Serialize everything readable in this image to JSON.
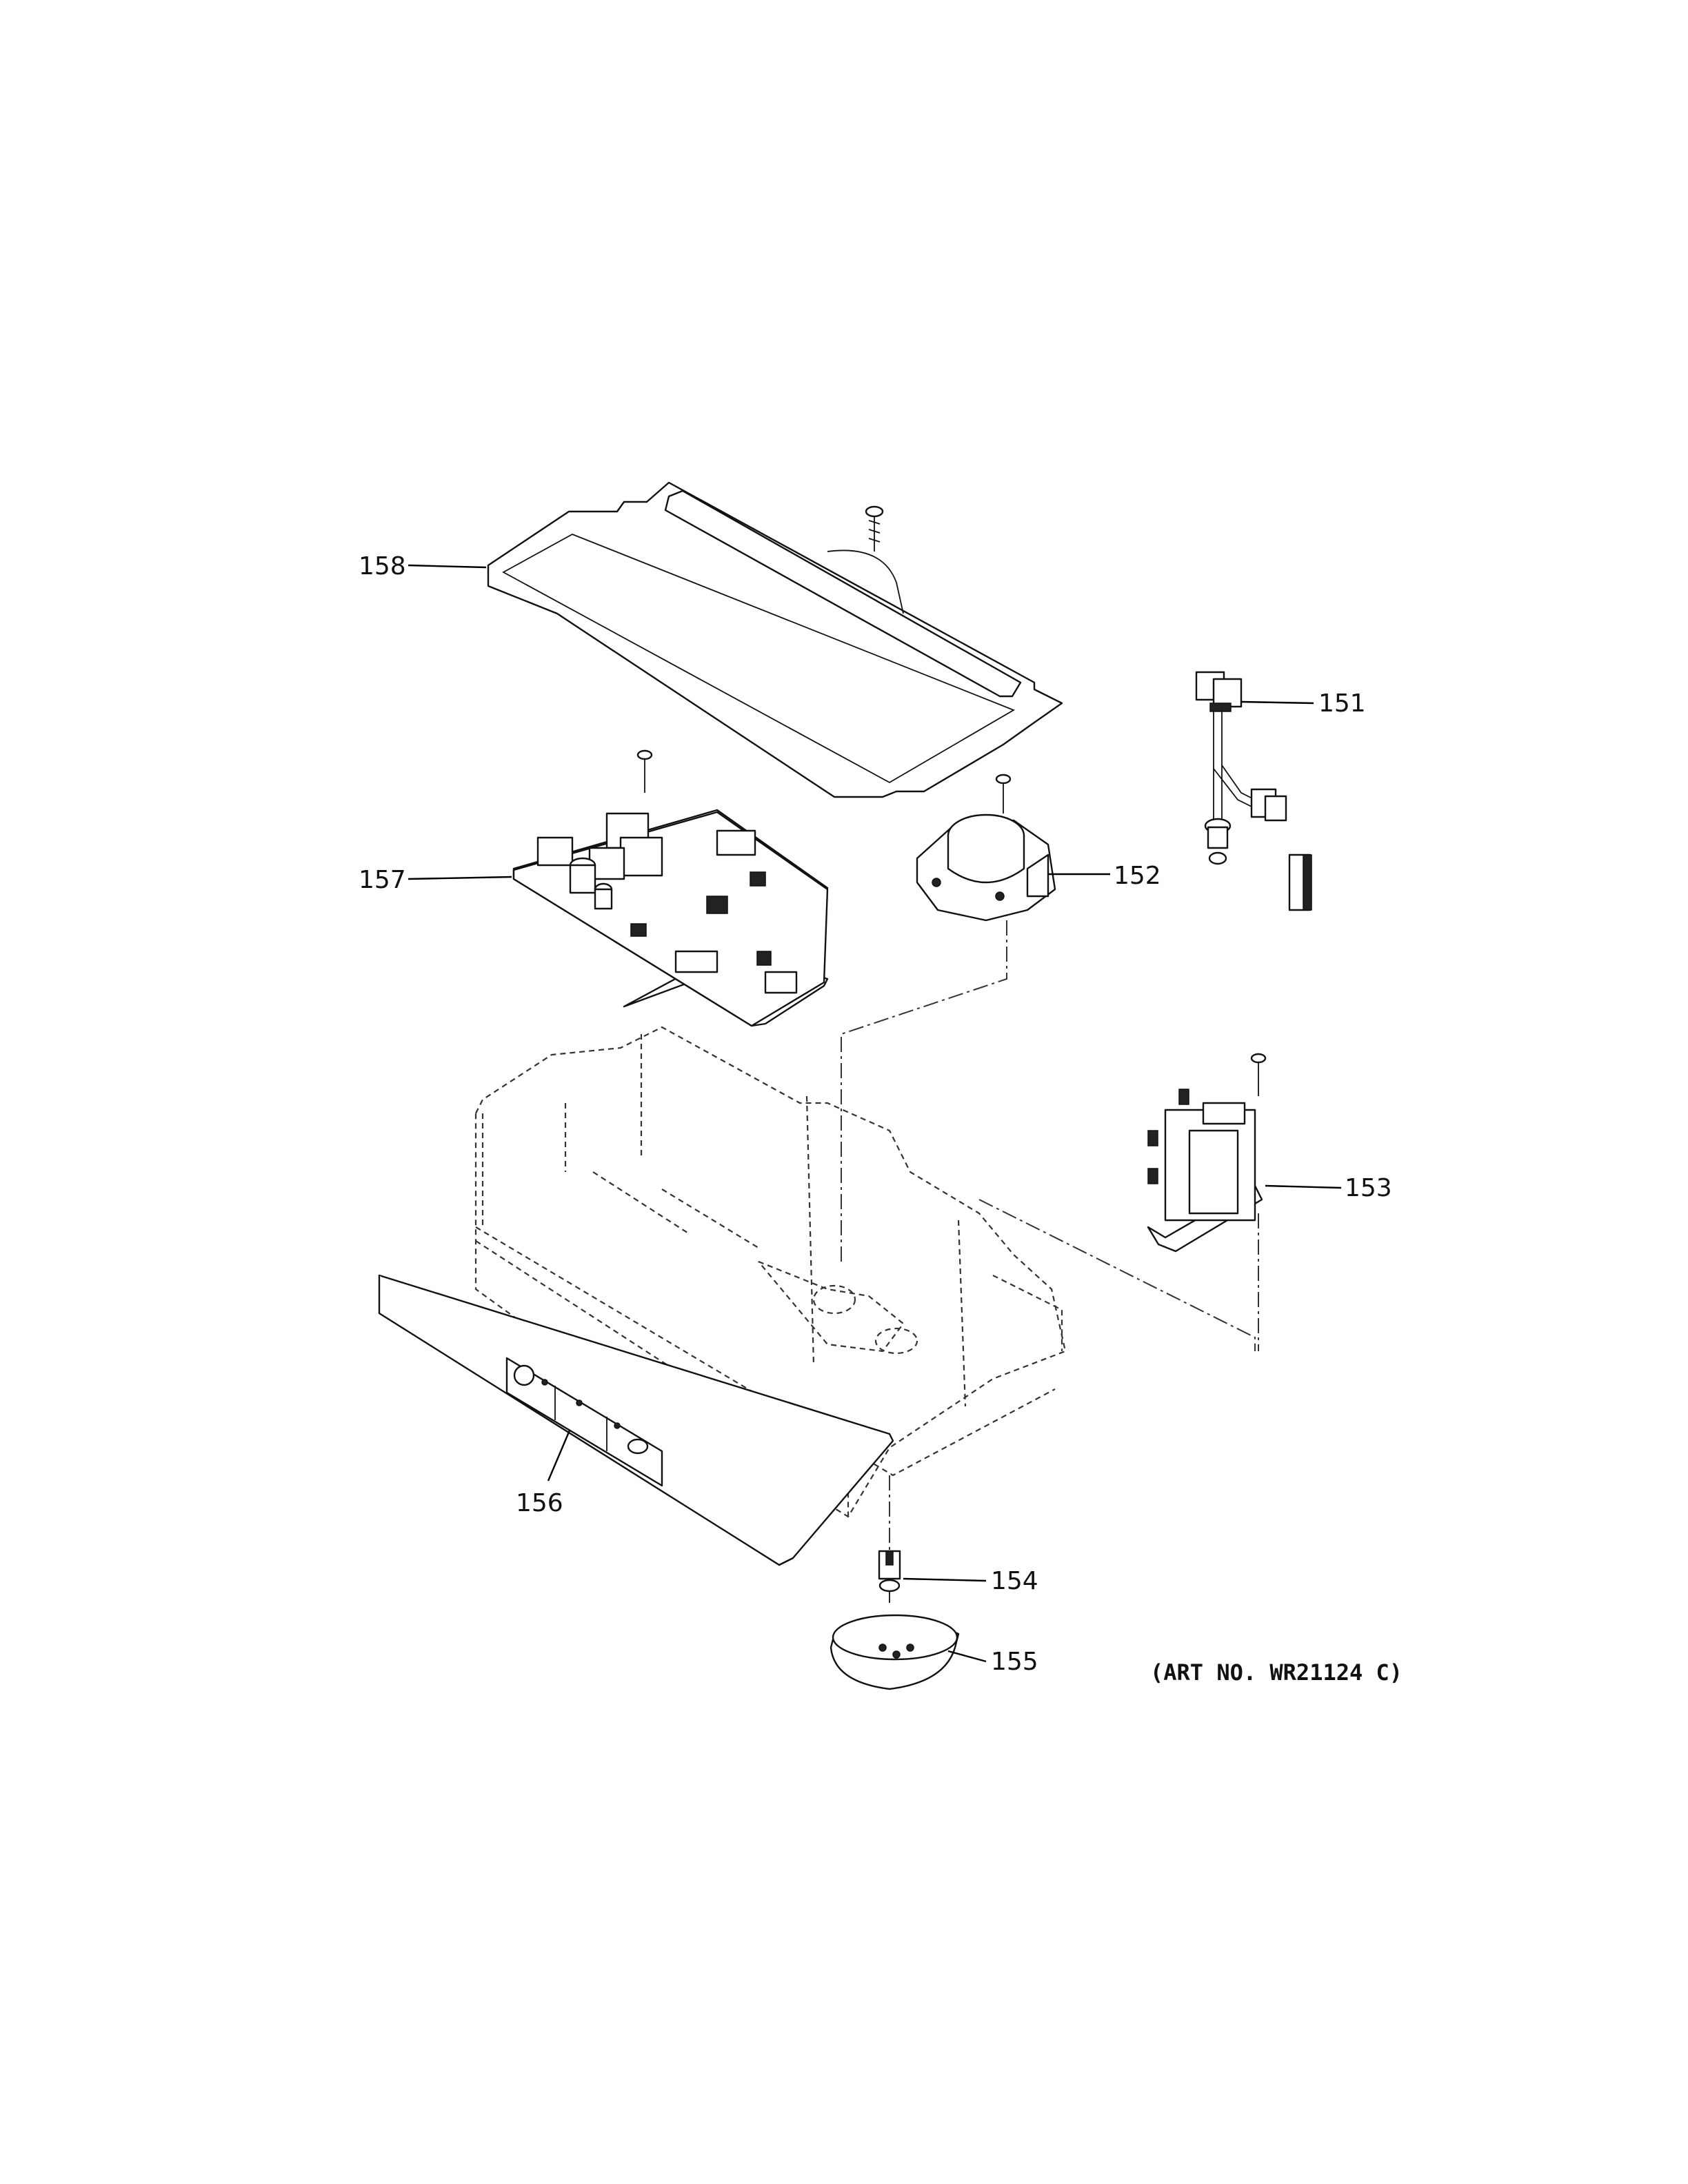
{
  "callouts": {
    "c151": "151",
    "c152": "152",
    "c153": "153",
    "c154": "154",
    "c155": "155",
    "c156": "156",
    "c157": "157",
    "c158": "158"
  },
  "art_number": "(ART NO. WR21124 C)"
}
